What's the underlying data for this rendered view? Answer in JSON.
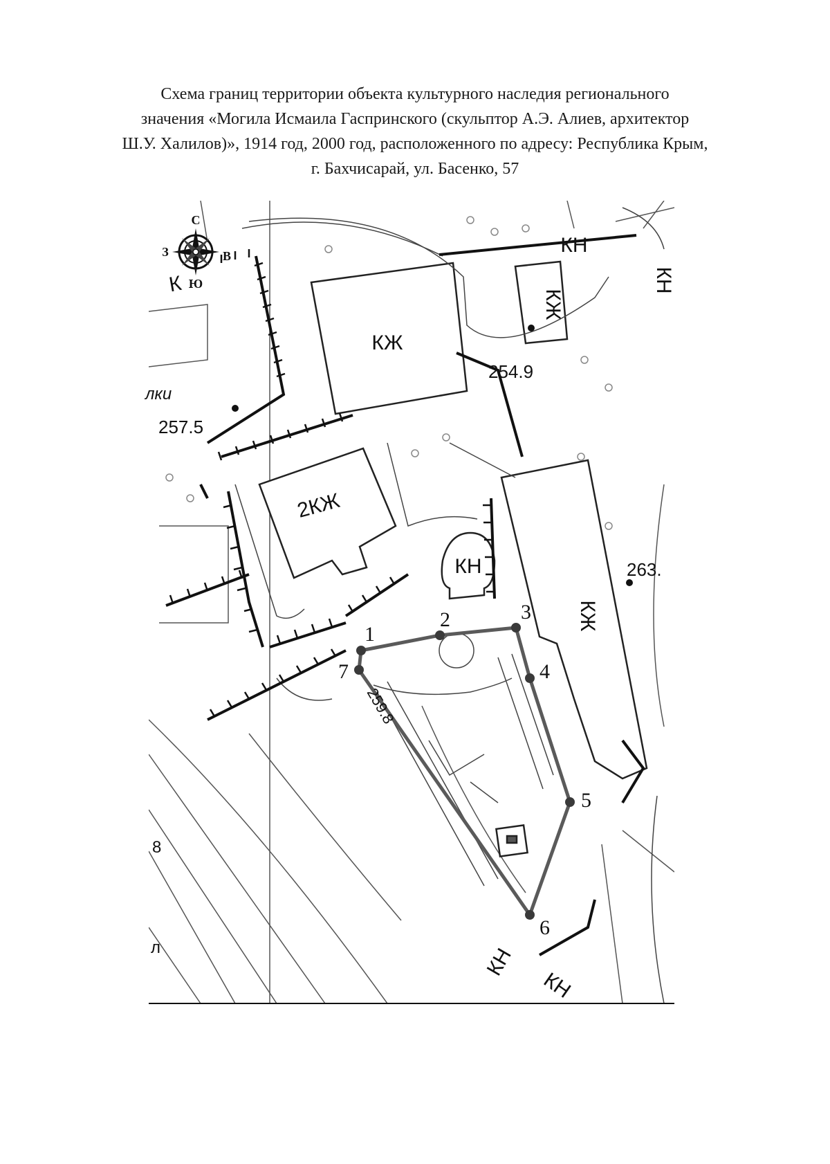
{
  "title": {
    "lines": [
      "Схема границ территории объекта культурного наследия регионального",
      "значения «Могила Исмаила Гаспринского (скульптор А.Э. Алиев, архитектор",
      "Ш.У. Халилов)», 1914 год, 2000 год, расположенного по адресу: Республика Крым,",
      "г. Бахчисарай, ул. Басенко, 57"
    ]
  },
  "compass": {
    "north": "С",
    "south": "Ю",
    "west": "З",
    "east": "В"
  },
  "map": {
    "building_labels": {
      "kzh_main": "КЖ",
      "kzh_small": "КЖ",
      "kzh_2": "2КЖ",
      "kn_round": "КН",
      "kzh_long": "КЖ",
      "kn_top": "КН",
      "kn_right": "КН",
      "kn_bottom": "КН",
      "kn_bottom_right": "КН",
      "k_left": "К"
    },
    "elevations": {
      "e1": "254.9",
      "e2": "257.5",
      "e3": "263.",
      "e4": "259.8"
    },
    "street_fragment": "лки",
    "edge_fragments": {
      "left_mid": "8",
      "left_bottom": "л"
    },
    "boundary_points": [
      "1",
      "2",
      "3",
      "4",
      "5",
      "6",
      "7"
    ],
    "boundary_color": "#5a5a5a"
  }
}
